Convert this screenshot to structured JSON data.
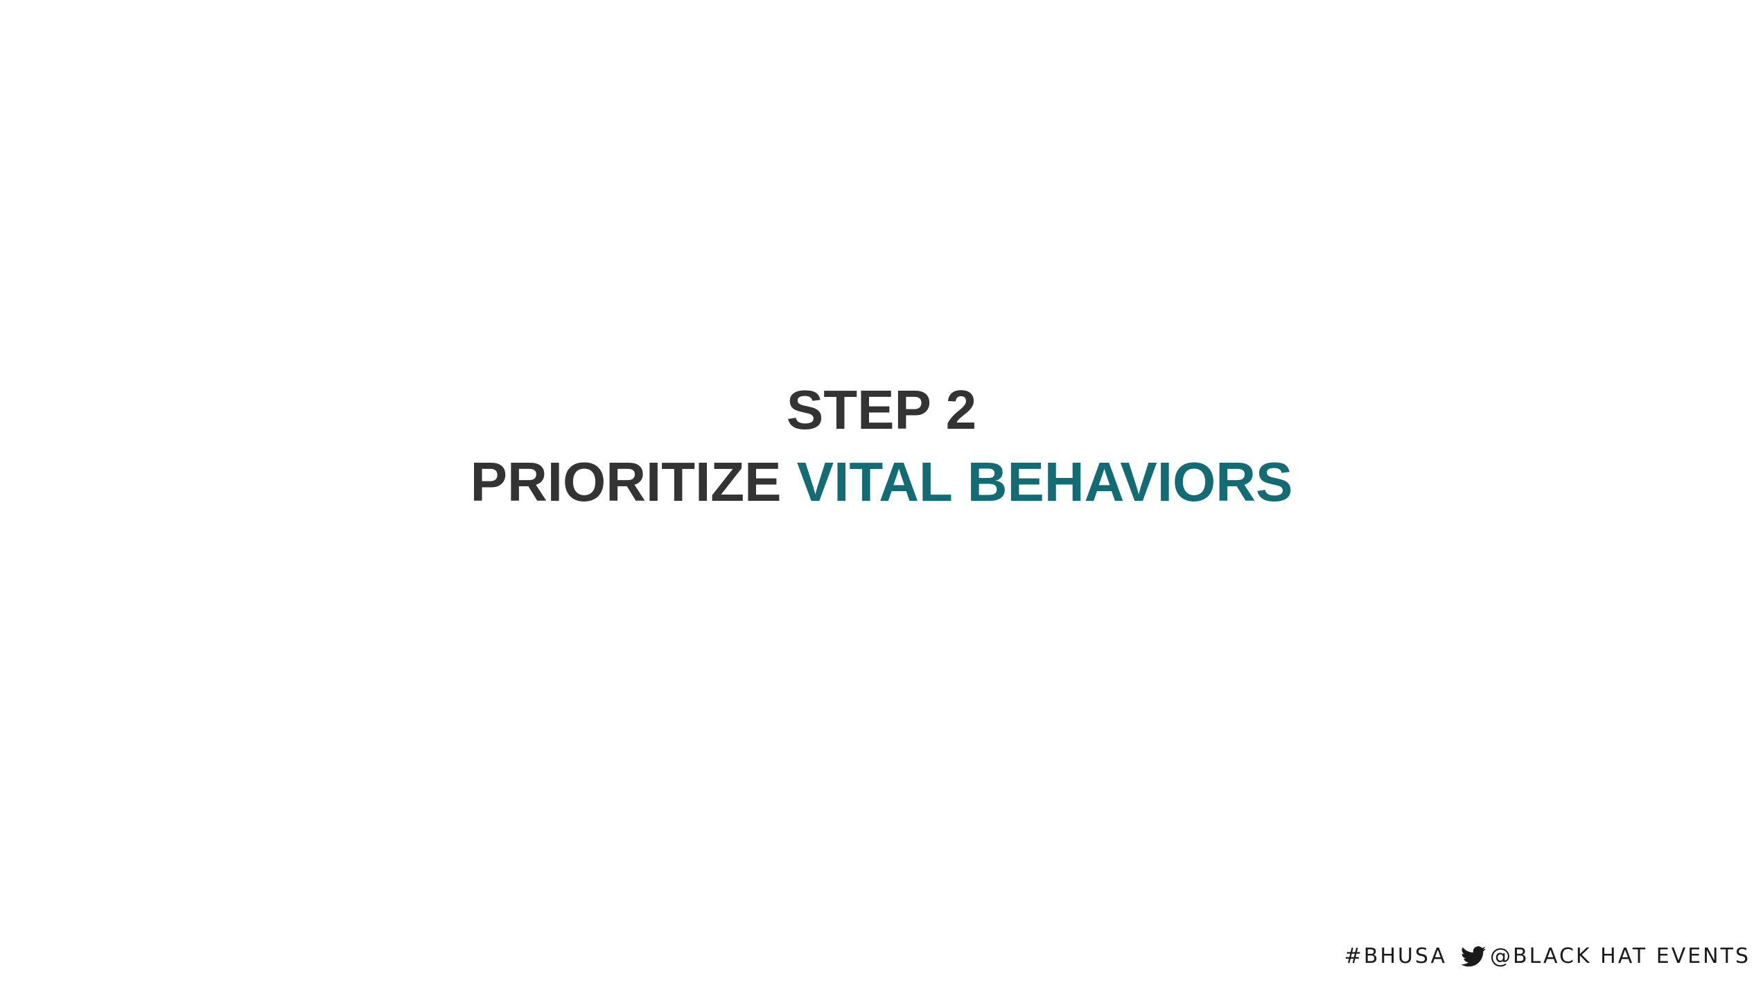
{
  "slide": {
    "step_label": "STEP 2",
    "title_plain": "PRIORITIZE ",
    "title_accent": "VITAL BEHAVIORS"
  },
  "footer": {
    "hashtag": "#BHUSA",
    "handle": "@BLACK HAT EVENTS",
    "icon": "twitter-bird-icon"
  },
  "colors": {
    "text_dark": "#333333",
    "accent_teal": "#136b74",
    "background": "#ffffff"
  }
}
